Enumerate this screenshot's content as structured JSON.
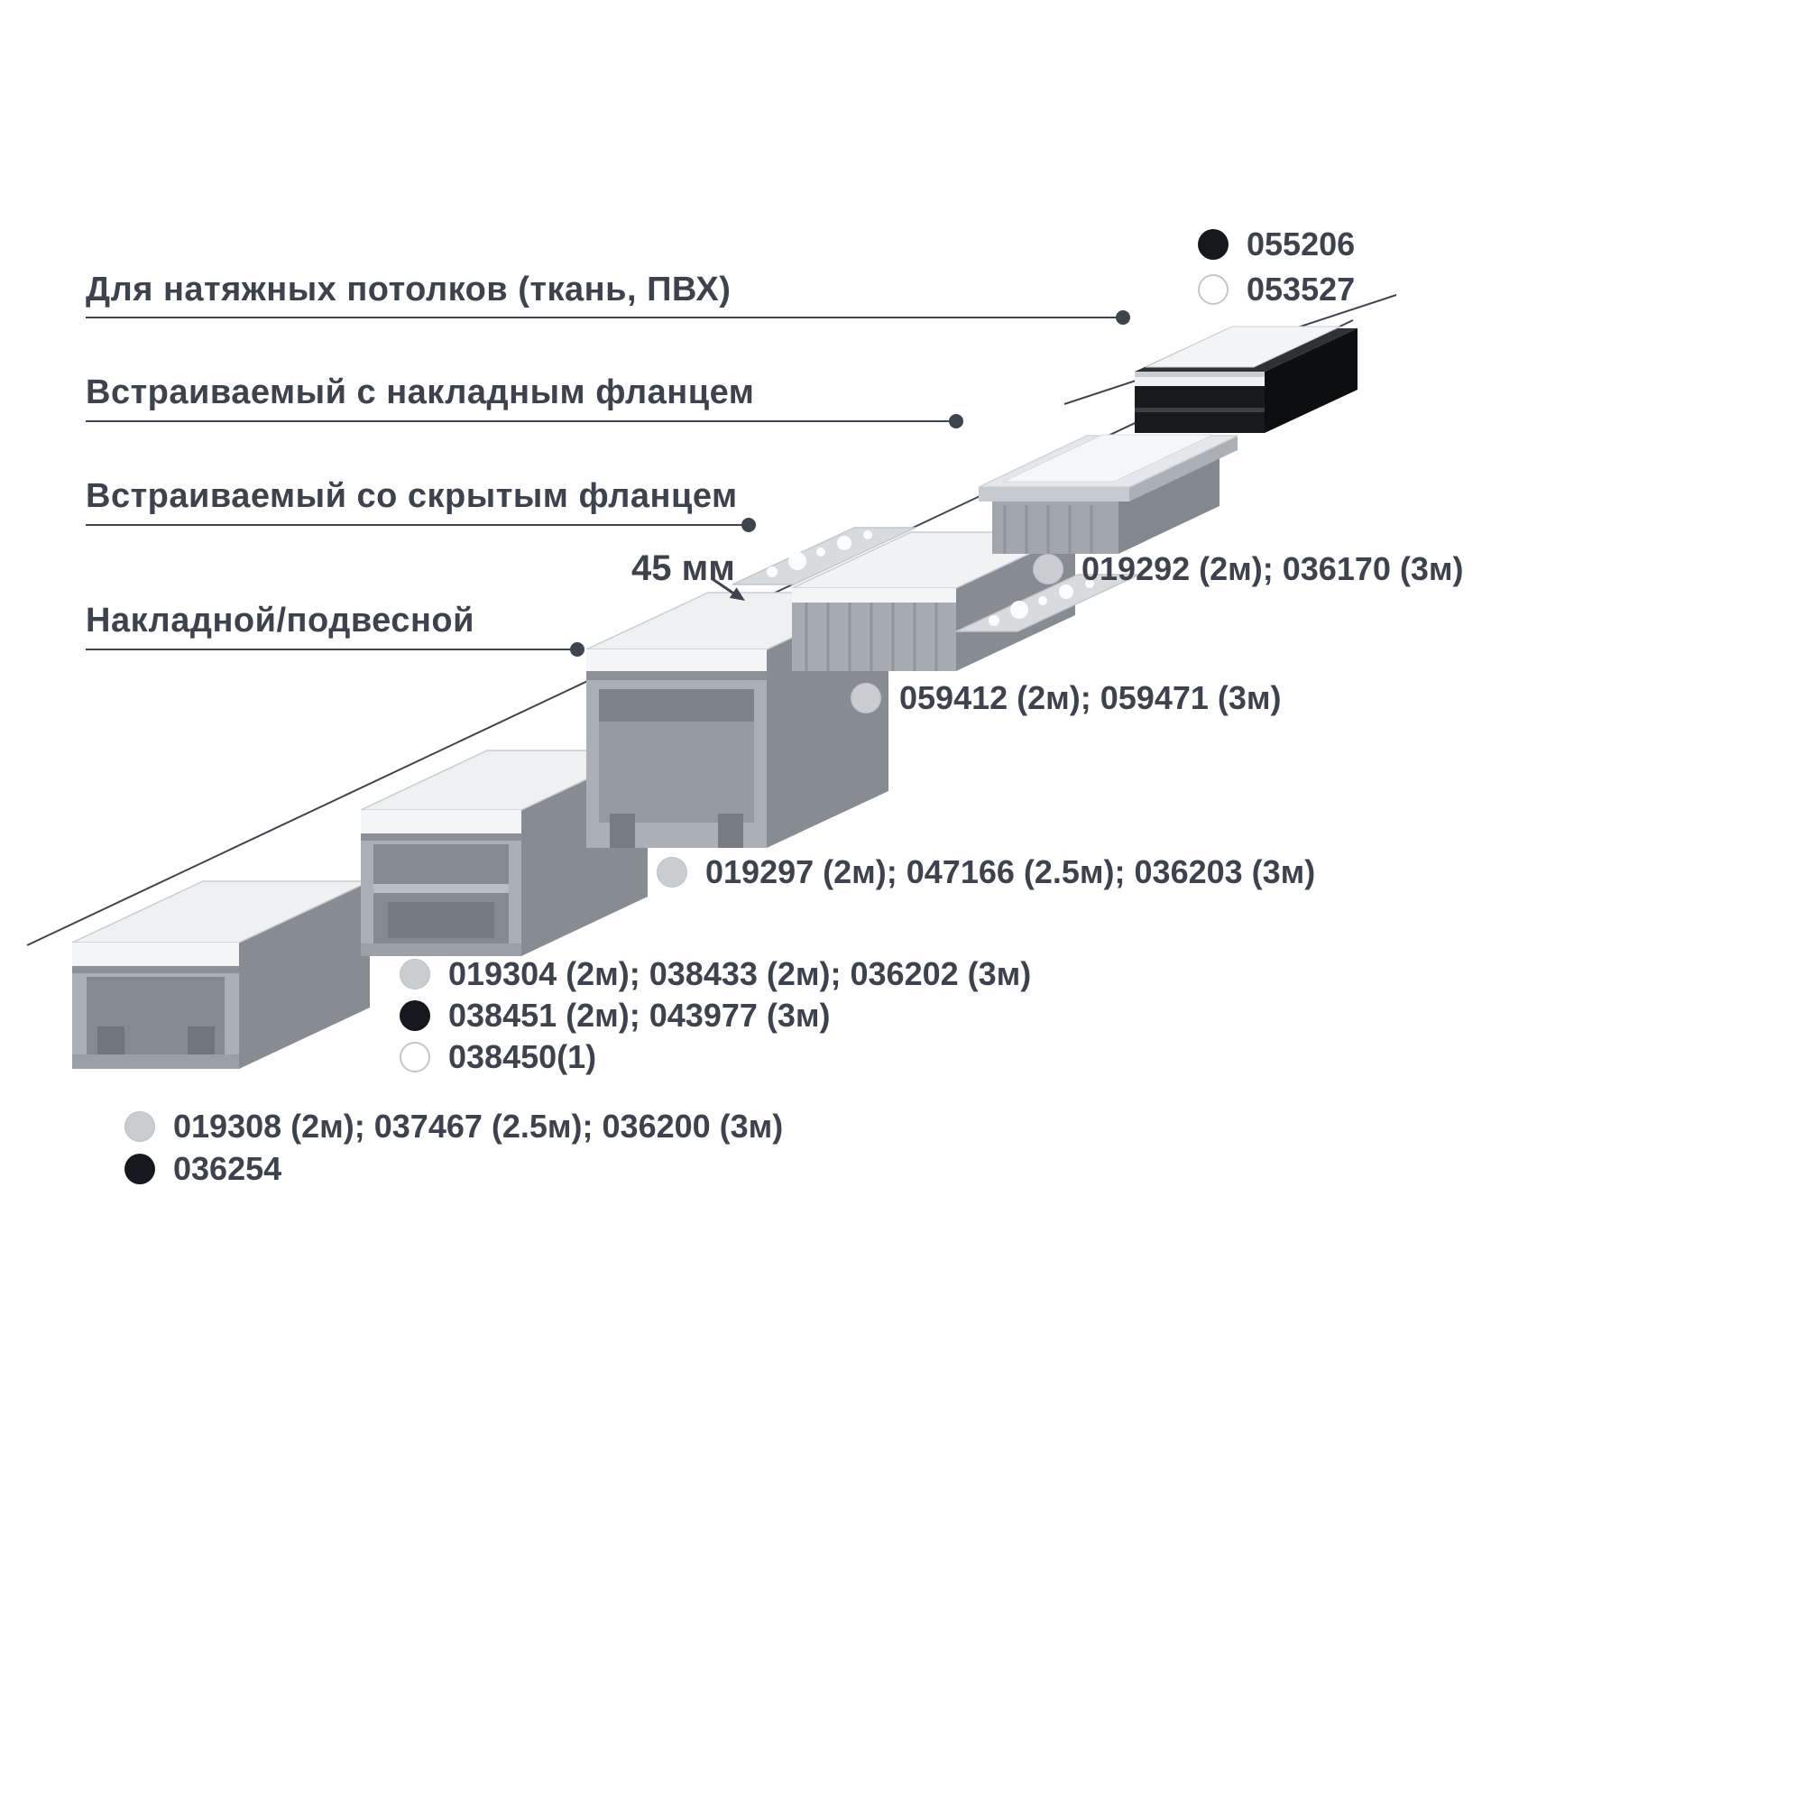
{
  "diagram": {
    "categories": [
      {
        "label": "Для натяжных потолков (ткань, ПВХ)"
      },
      {
        "label": "Встраиваемый с накладным фланцем"
      },
      {
        "label": "Встраиваемый со скрытым фланцем"
      },
      {
        "label": "Накладной/подвесной"
      }
    ],
    "dimension": {
      "label": "45 мм"
    },
    "products": [
      {
        "swatch": "black",
        "codes": "055206"
      },
      {
        "swatch": "white",
        "codes": "053527"
      },
      {
        "swatch": "gray",
        "codes": "019292 (2м); 036170 (3м)"
      },
      {
        "swatch": "gray",
        "codes": "059412 (2м); 059471 (3м)"
      },
      {
        "swatch": "gray",
        "codes": "019297 (2м); 047166 (2.5м); 036203 (3м)"
      },
      {
        "swatch": "gray",
        "codes": "019304 (2м); 038433 (2м); 036202 (3м)"
      },
      {
        "swatch": "black",
        "codes": "038451 (2м); 043977 (3м)"
      },
      {
        "swatch": "white",
        "codes": "038450(1)"
      },
      {
        "swatch": "gray",
        "codes": "019308 (2м); 037467 (2.5м); 036200 (3м)"
      },
      {
        "swatch": "black",
        "codes": "036254"
      }
    ],
    "colors": {
      "text": "#3d434e",
      "line": "#3f454f",
      "dot_gray": "#c9cdd0",
      "dot_black": "#15181c",
      "dot_white": "#ffffff",
      "profile_light": "#eef1f2",
      "profile_mid": "#aab0b5",
      "profile_dark": "#8d9399",
      "profile_black": "#17191d"
    }
  }
}
